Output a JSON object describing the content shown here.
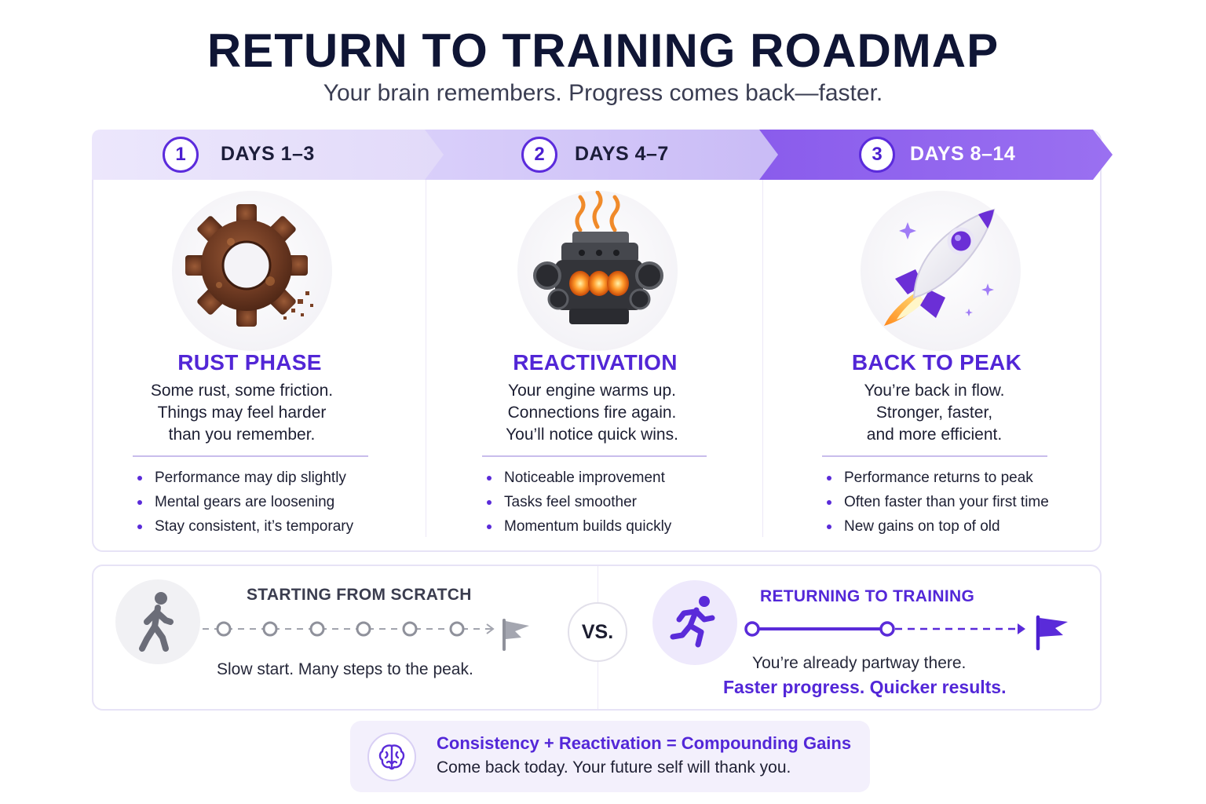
{
  "header": {
    "title": "RETURN TO TRAINING ROADMAP",
    "subtitle": "Your brain remembers. Progress comes back—faster."
  },
  "phases": [
    {
      "number": "1",
      "days": "DAYS 1–3",
      "name": "RUST PHASE",
      "icon": "rusty-gear-icon",
      "description": [
        "Some rust, some friction.",
        "Things may feel harder",
        "than you remember."
      ],
      "bullets": [
        "Performance may dip slightly",
        "Mental gears are loosening",
        "Stay consistent, it’s temporary"
      ]
    },
    {
      "number": "2",
      "days": "DAYS 4–7",
      "name": "REACTIVATION",
      "icon": "warming-engine-icon",
      "description": [
        "Your engine warms up.",
        "Connections fire again.",
        "You’ll notice quick wins."
      ],
      "bullets": [
        "Noticeable improvement",
        "Tasks feel smoother",
        "Momentum builds quickly"
      ]
    },
    {
      "number": "3",
      "days": "DAYS 8–14",
      "name": "BACK TO PEAK",
      "icon": "rocket-icon",
      "description": [
        "You’re back in flow.",
        "Stronger, faster,",
        "and more efficient."
      ],
      "bullets": [
        "Performance returns to peak",
        "Often faster than your first time",
        "New gains on top of old"
      ]
    }
  ],
  "comparison": {
    "scratch": {
      "heading": "STARTING FROM SCRATCH",
      "caption": "Slow start. Many steps to the peak.",
      "icon": "walking-person-icon"
    },
    "vs_label": "VS.",
    "returning": {
      "heading": "RETURNING TO TRAINING",
      "caption": "You’re already partway there.",
      "emphasis": "Faster progress. Quicker results.",
      "icon": "running-person-icon"
    }
  },
  "footer": {
    "title": "Consistency + Reactivation = Compounding Gains",
    "subtitle": "Come back today. Your future self will thank you.",
    "icon": "brain-icon"
  },
  "colors": {
    "accent": "#5327d8",
    "chevron_1": "#ebe6fb",
    "chevron_2": "#d6ccf8",
    "chevron_3": "#8f63ee",
    "heading_dark": "#0f1535"
  }
}
